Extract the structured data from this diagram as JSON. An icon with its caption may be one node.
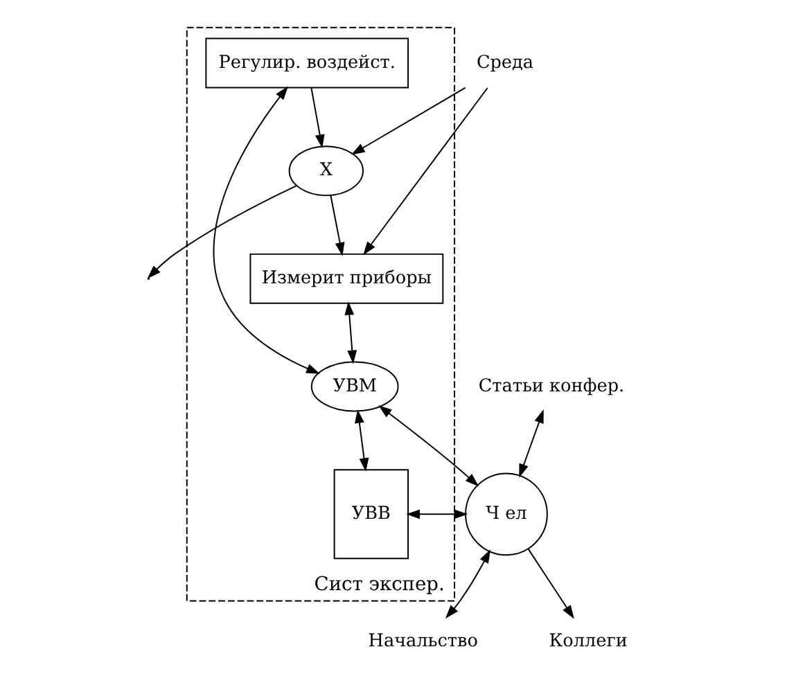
{
  "diagram": {
    "nodes": [
      {
        "text": [
          "Среда"
        ]
      },
      {
        "text": [
          "Сист экспер."
        ]
      },
      {
        "text": [
          "Регулир. воздейст."
        ],
        "in": 1
      },
      {
        "text": [
          "X"
        ],
        "in": 1
      },
      {
        "text": [
          "Измерит приборы"
        ],
        "in": 1
      },
      {
        "text": [
          "УВМ"
        ],
        "in": 1
      },
      {
        "text": [
          "УВВ"
        ],
        "in": 1
      },
      {
        "text": [
          "Ч ел"
        ]
      },
      {
        "text": [
          "Начальство"
        ]
      },
      {
        "text": [
          "Коллеги"
        ]
      },
      {
        "text": [
          "Статьи конфер."
        ]
      }
    ],
    "edges": [
      {
        "from": 0,
        "to": 3,
        "arrow": "to"
      },
      {
        "from": 0,
        "to": 4,
        "arrow": "to"
      },
      {
        "from": 2,
        "to": 3,
        "arrow": "to"
      },
      {
        "from": 3,
        "to": 4,
        "arrow": "to"
      },
      {
        "from": 3,
        "to": null,
        "arrow": "to"
      },
      {
        "from": 5,
        "to": 2,
        "arrow": "both"
      },
      {
        "from": 4,
        "to": 5,
        "arrow": "both"
      },
      {
        "from": 5,
        "to": 6,
        "arrow": "both"
      },
      {
        "from": 5,
        "to": 7,
        "arrow": "both"
      },
      {
        "from": 7,
        "to": 6,
        "arrow": "both"
      },
      {
        "from": 7,
        "to": 8,
        "arrow": "both"
      },
      {
        "from": 7,
        "to": 9,
        "arrow": "to"
      },
      {
        "from": 10,
        "to": 7,
        "arrow": "both"
      }
    ]
  }
}
